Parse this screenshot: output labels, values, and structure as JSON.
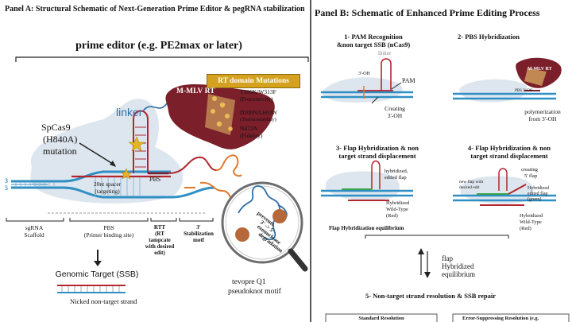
{
  "panel_a": {
    "title": "Panel A: Structural Schematic of Next-Generation Prime Editor & pegRNA stabilization",
    "editor_label": "prime editor (e.g. PE2max or later)",
    "rt_banner": "RT domain Mutations",
    "mmlv_label": "M-MLV RT",
    "mutations": [
      {
        "name": "T306K/W313F",
        "note": "(Processivity)"
      },
      {
        "name": "D200N/L603W",
        "note": "(Thermostability)"
      },
      {
        "name": "N472A",
        "note": "(Fidelity)"
      }
    ],
    "linker_label": "linker",
    "cas9_label": [
      "SpCas9",
      "(H840A)",
      "mutation"
    ],
    "pbs_label": "PBS",
    "spacer_label": [
      "20nt spacer",
      "(targeting)"
    ],
    "strand_labels": {
      "top": "3",
      "bottom": "5"
    },
    "segments": [
      {
        "name": [
          "sgRNA",
          "Scaffold"
        ]
      },
      {
        "name": [
          "PBS",
          "(Primer binding site)"
        ]
      },
      {
        "name": [
          "RTT",
          "(RT",
          "tampcate",
          "with desired",
          "edit)"
        ]
      },
      {
        "name": [
          "3'",
          "Stabilization",
          "motf"
        ]
      }
    ],
    "magnifier_text": [
      "prevents",
      "3' -> 5'",
      "exonuclease",
      "degradation"
    ],
    "motif_label": [
      "tevopre Q1",
      "pseudoknot motif"
    ],
    "genomic_target": "Genomic Target (SSB)",
    "nicked_label": "Nicked non-target strand"
  },
  "panel_b": {
    "title": "Panel B: Schematic of Enhanced Prime Editing Process",
    "step1": {
      "title": [
        "1- PAM Recognition",
        "&non target SSB (nCas9)"
      ],
      "linker": "linker",
      "oh": "3'-OH",
      "pam": "PAM",
      "creating": [
        "Creating",
        "3'-OH"
      ]
    },
    "step2": {
      "title": "2- PBS Hybridization",
      "mmlv": "M-MLV RT",
      "pbs": "PBS 3'-OH",
      "poly": [
        "polymerization",
        "from 3'-OH"
      ]
    },
    "step3": {
      "title": [
        "3- Flap Hybridization & non",
        "target strand displacement"
      ],
      "hyb": [
        "hybridized,",
        "edited flap"
      ],
      "wild": [
        "Hybridized",
        "Wild-Type",
        "(Red)"
      ]
    },
    "step4": {
      "title": [
        "4- Flap Hybridization & non",
        "target strand displacement"
      ],
      "creating": [
        "creating",
        "5' flap"
      ],
      "newflap": [
        "new flap with",
        "desired edit"
      ],
      "hyb": [
        "Hybridized",
        "edited flap",
        "(green)"
      ],
      "wild": [
        "Hybridized",
        "Wild-Type",
        "(Red)"
      ]
    },
    "equilibrium_label": "Flap Hybridization equilibrium",
    "flap_eq": [
      "flap",
      "Hybridized",
      "equilibrium"
    ],
    "step5": "5- Non-target strand resolution & SSB repair",
    "box_left": "Standard Resolution",
    "box_right": "Error-Suppressing Resolution (e.g."
  },
  "colors": {
    "dna_blue": "#2f8fc4",
    "target_red": "#b3262e",
    "mmlv_maroon": "#7b1f2a",
    "banner_gold": "#d4a21e",
    "motif_orange": "#e0782c",
    "edit_green": "#3aa54a",
    "cas9_shade": "#dde6ee"
  }
}
